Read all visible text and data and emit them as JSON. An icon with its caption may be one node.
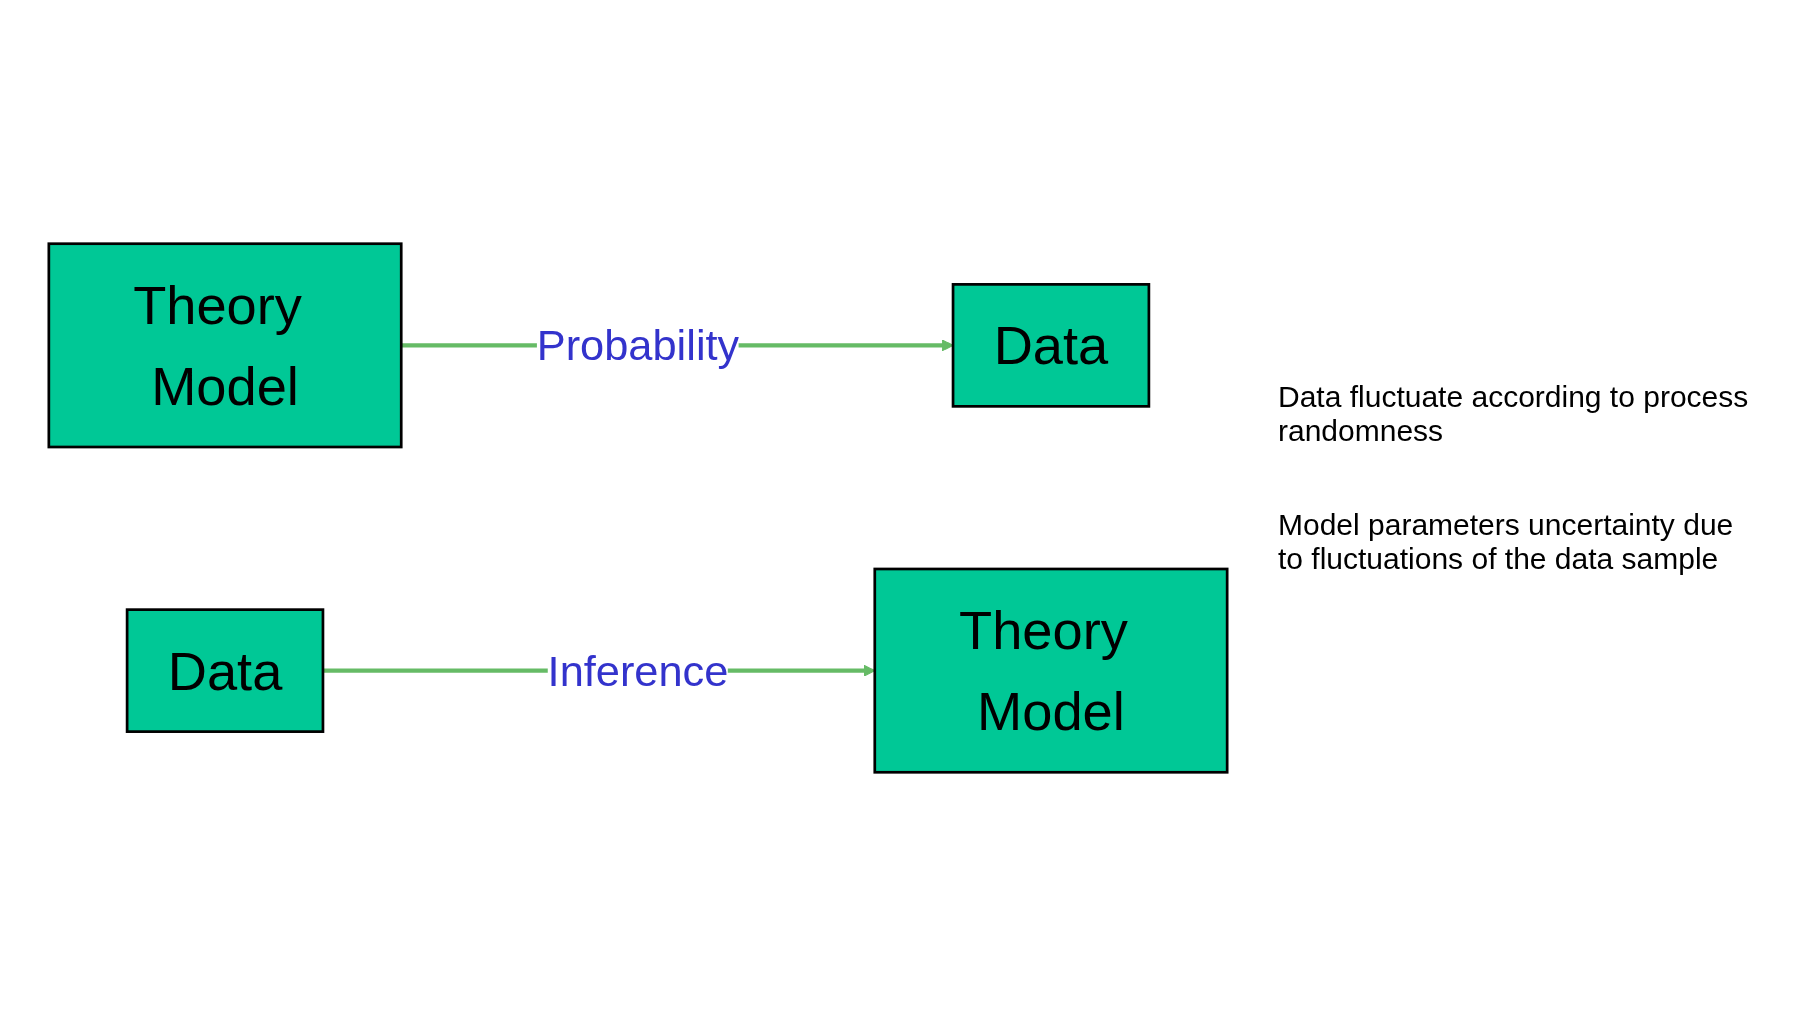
{
  "diagram": {
    "nodes": [
      {
        "text": [
          "Theory Model"
        ]
      },
      {
        "text": [
          "Data"
        ]
      },
      {
        "text": [
          "Theory Model"
        ]
      },
      {
        "text": [
          "Data"
        ]
      }
    ],
    "edges": [
      {
        "from": 0,
        "to": 1,
        "arrow": "to",
        "label": "Probability"
      },
      {
        "from": 3,
        "to": 2,
        "arrow": "to",
        "label": "Inference"
      }
    ],
    "labels": [
      "Data fluctuate according to process randomness",
      "Model parameters uncertainty due to fluctuations of the data sample"
    ]
  }
}
